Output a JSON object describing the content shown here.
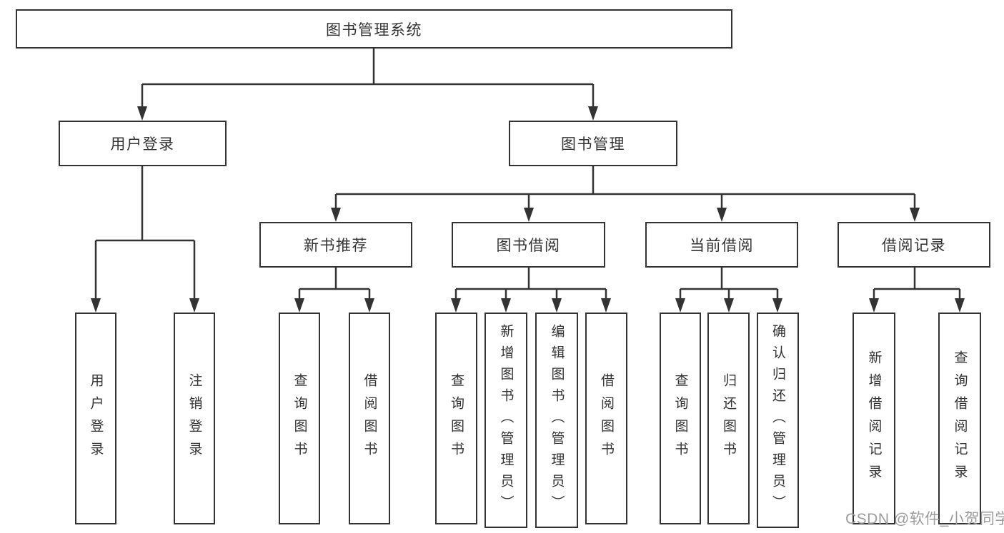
{
  "tree": {
    "label": "图书管理系统",
    "children": [
      {
        "label": "用户登录",
        "children": [
          {
            "label": "用户登录"
          },
          {
            "label": "注销登录"
          }
        ]
      },
      {
        "label": "图书管理",
        "children": [
          {
            "label": "新书推荐",
            "children": [
              {
                "label": "查询图书"
              },
              {
                "label": "借阅图书"
              }
            ]
          },
          {
            "label": "图书借阅",
            "children": [
              {
                "label": "查询图书"
              },
              {
                "label": "新增图书（管理员）"
              },
              {
                "label": "编辑图书（管理员）"
              },
              {
                "label": "借阅图书"
              }
            ]
          },
          {
            "label": "当前借阅",
            "children": [
              {
                "label": "查询图书"
              },
              {
                "label": "归还图书"
              },
              {
                "label": "确认归还（管理员）"
              }
            ]
          },
          {
            "label": "借阅记录",
            "children": [
              {
                "label": "新增借阅记录"
              },
              {
                "label": "查询借阅记录"
              }
            ]
          }
        ]
      }
    ]
  },
  "watermark": {
    "text": "CSDN @软件_小贺同学"
  },
  "colors": {
    "line": "#333333",
    "text": "#333333",
    "watermark": "#9c9c9c",
    "background": "#ffffff"
  }
}
